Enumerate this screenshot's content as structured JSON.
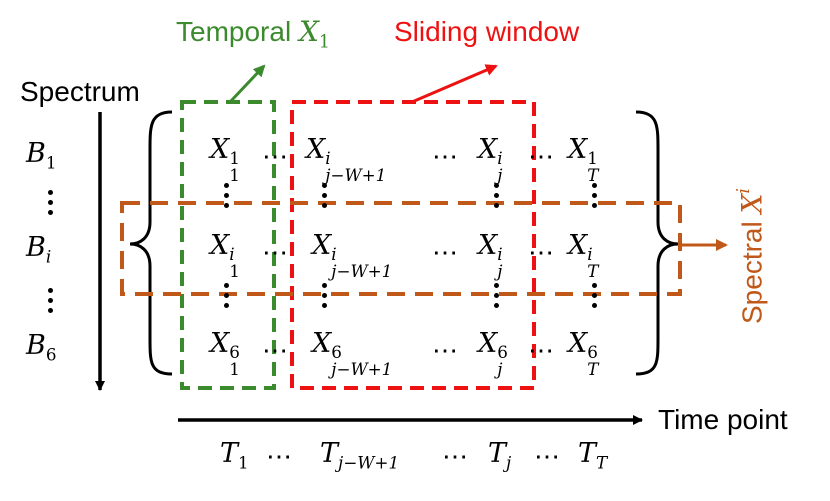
{
  "labels": {
    "temporal_prefix": "Temporal ",
    "temporal_var": "X",
    "temporal_sub": "1",
    "sliding": "Sliding window",
    "spectrum": "Spectrum",
    "time_point": "Time point",
    "spectral_prefix": "Spectral ",
    "spectral_var": "X",
    "spectral_sup": "i"
  },
  "bands": [
    {
      "var": "B",
      "sub": "1"
    },
    {
      "var": "B",
      "sub": "i"
    },
    {
      "var": "B",
      "sub": "6"
    }
  ],
  "matrix": [
    [
      {
        "var": "X",
        "sub": "1",
        "sup": "1"
      },
      {
        "var": "X",
        "sub": "j−W+1",
        "sup": "i"
      },
      {
        "var": "X",
        "sub": "j",
        "sup": "i"
      },
      {
        "var": "X",
        "sub": "T",
        "sup": "1"
      }
    ],
    [
      {
        "var": "X",
        "sub": "1",
        "sup": "i"
      },
      {
        "var": "X",
        "sub": "j−W+1",
        "sup": "i"
      },
      {
        "var": "X",
        "sub": "j",
        "sup": "i"
      },
      {
        "var": "X",
        "sub": "T",
        "sup": "i"
      }
    ],
    [
      {
        "var": "X",
        "sub": "1",
        "sup": "6"
      },
      {
        "var": "X",
        "sub": "j−W+1",
        "sup": "6"
      },
      {
        "var": "X",
        "sub": "j",
        "sup": "6"
      },
      {
        "var": "X",
        "sub": "T",
        "sup": "6"
      }
    ]
  ],
  "times": [
    {
      "var": "T",
      "sub": "1"
    },
    {
      "var": "T",
      "sub": "j−W+1"
    },
    {
      "var": "T",
      "sub": "j"
    },
    {
      "var": "T",
      "sub": "T"
    }
  ],
  "ellipsis": "⋯",
  "colors": {
    "temporal": "#3c8a2e",
    "sliding": "#ee1111",
    "spectral": "#c0581a",
    "text": "#000000"
  }
}
